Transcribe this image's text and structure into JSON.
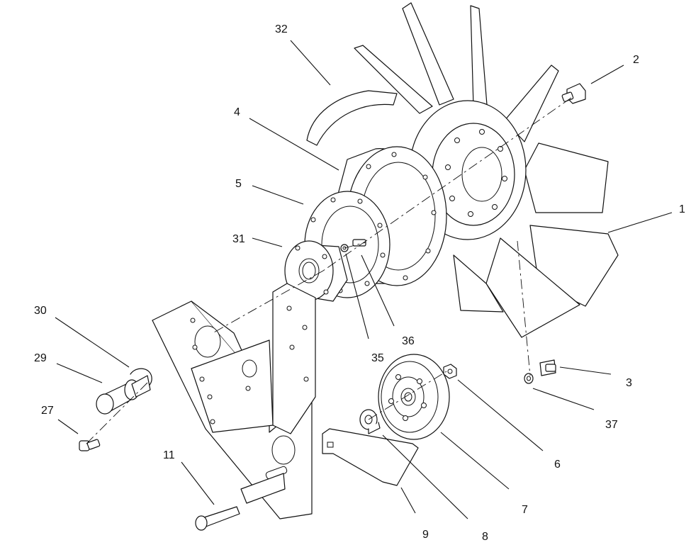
{
  "diagram": {
    "type": "exploded-parts-view",
    "callouts": [
      {
        "id": "c1",
        "label": "1"
      },
      {
        "id": "c2",
        "label": "2"
      },
      {
        "id": "c3",
        "label": "3"
      },
      {
        "id": "c4",
        "label": "4"
      },
      {
        "id": "c5",
        "label": "5"
      },
      {
        "id": "c6",
        "label": "6"
      },
      {
        "id": "c7",
        "label": "7"
      },
      {
        "id": "c8",
        "label": "8"
      },
      {
        "id": "c9",
        "label": "9"
      },
      {
        "id": "c11",
        "label": "11"
      },
      {
        "id": "c27",
        "label": "27"
      },
      {
        "id": "c29",
        "label": "29"
      },
      {
        "id": "c30",
        "label": "30"
      },
      {
        "id": "c31",
        "label": "31"
      },
      {
        "id": "c32",
        "label": "32"
      },
      {
        "id": "c35",
        "label": "35"
      },
      {
        "id": "c36",
        "label": "36"
      },
      {
        "id": "c37",
        "label": "37"
      }
    ],
    "colors": {
      "line": "#111111",
      "background": "#ffffff"
    }
  }
}
